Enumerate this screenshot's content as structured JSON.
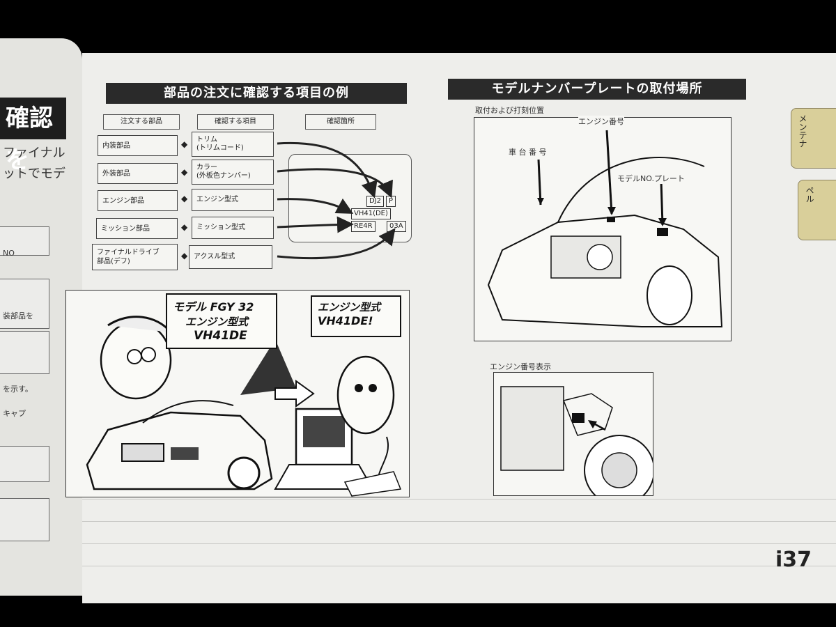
{
  "left_page": {
    "header": "確認を",
    "lines": [
      "ファイナル",
      "ットでモデ"
    ],
    "box_texts": [
      "NO",
      "装部品を",
      "を示す。",
      "キャプ"
    ]
  },
  "left_section": {
    "title": "部品の注文に確認する項目の例",
    "column_headers": [
      "注文する部品",
      "確認する項目",
      "確認箇所"
    ],
    "rows": [
      {
        "part": "内装部品",
        "item": "トリム\n(トリムコード)"
      },
      {
        "part": "外装部品",
        "item": "カラー\n(外板色ナンバー)"
      },
      {
        "part": "エンジン部品",
        "item": "エンジン型式"
      },
      {
        "part": "ミッション部品",
        "item": "ミッション型式"
      },
      {
        "part": "ファイナルドライブ\n部品(デフ)",
        "item": "アクスル型式"
      }
    ],
    "plate_codes": [
      "DJ2",
      "P",
      "VH41(DE)",
      "RE4R",
      "03A"
    ],
    "bubble_left": [
      "モデル FGY 32",
      "エンジン型式",
      "VH41DE"
    ],
    "bubble_right": [
      "エンジン型式",
      "VH41DE!"
    ]
  },
  "right_section": {
    "title": "モデルナンバープレートの取付場所",
    "top_caption": "取付および打刻位置",
    "labels": {
      "engine_number": "エンジン番号",
      "chassis_number": "車 台 番 号",
      "model_plate": "モデルNO.プレート"
    },
    "bottom_caption": "エンジン番号表示"
  },
  "tabs": [
    "メンテナ",
    "ペル"
  ],
  "page_number": "i37"
}
